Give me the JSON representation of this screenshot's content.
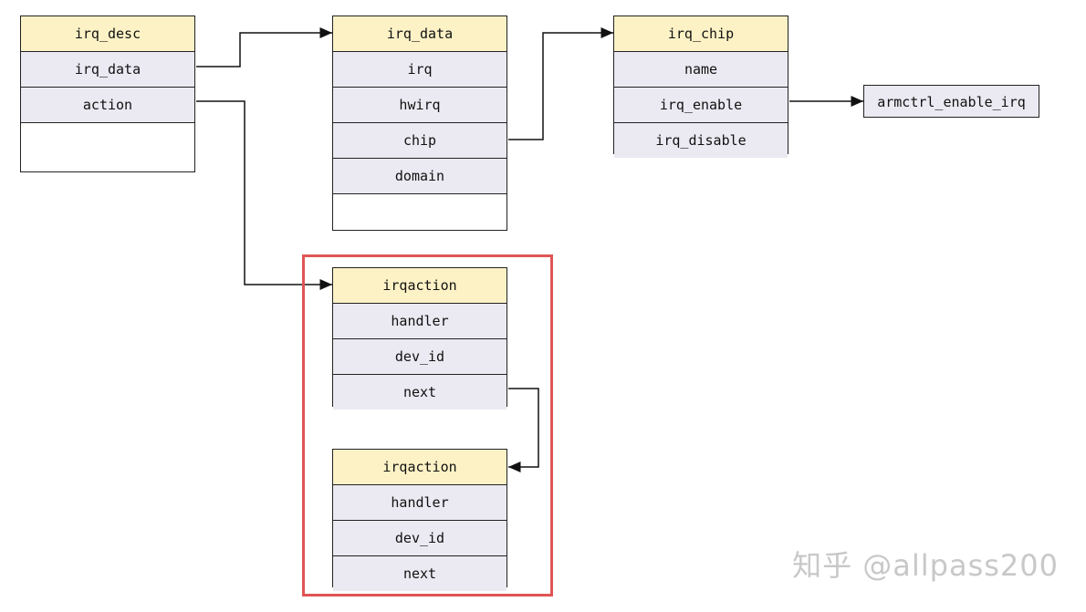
{
  "irq_desc": {
    "title": "irq_desc",
    "fields": [
      "irq_data",
      "action"
    ]
  },
  "irq_data": {
    "title": "irq_data",
    "fields": [
      "irq",
      "hwirq",
      "chip",
      "domain"
    ]
  },
  "irq_chip": {
    "title": "irq_chip",
    "fields": [
      "name",
      "irq_enable",
      "irq_disable"
    ]
  },
  "armctrl": {
    "label": "armctrl_enable_irq"
  },
  "irqaction_1": {
    "title": "irqaction",
    "fields": [
      "handler",
      "dev_id",
      "next"
    ]
  },
  "irqaction_2": {
    "title": "irqaction",
    "fields": [
      "handler",
      "dev_id",
      "next"
    ]
  },
  "watermark": "知乎 @allpass200",
  "colors": {
    "title_fill": "#fdf2c6",
    "field_fill": "#ebe9f1",
    "highlight": "#e05555"
  }
}
